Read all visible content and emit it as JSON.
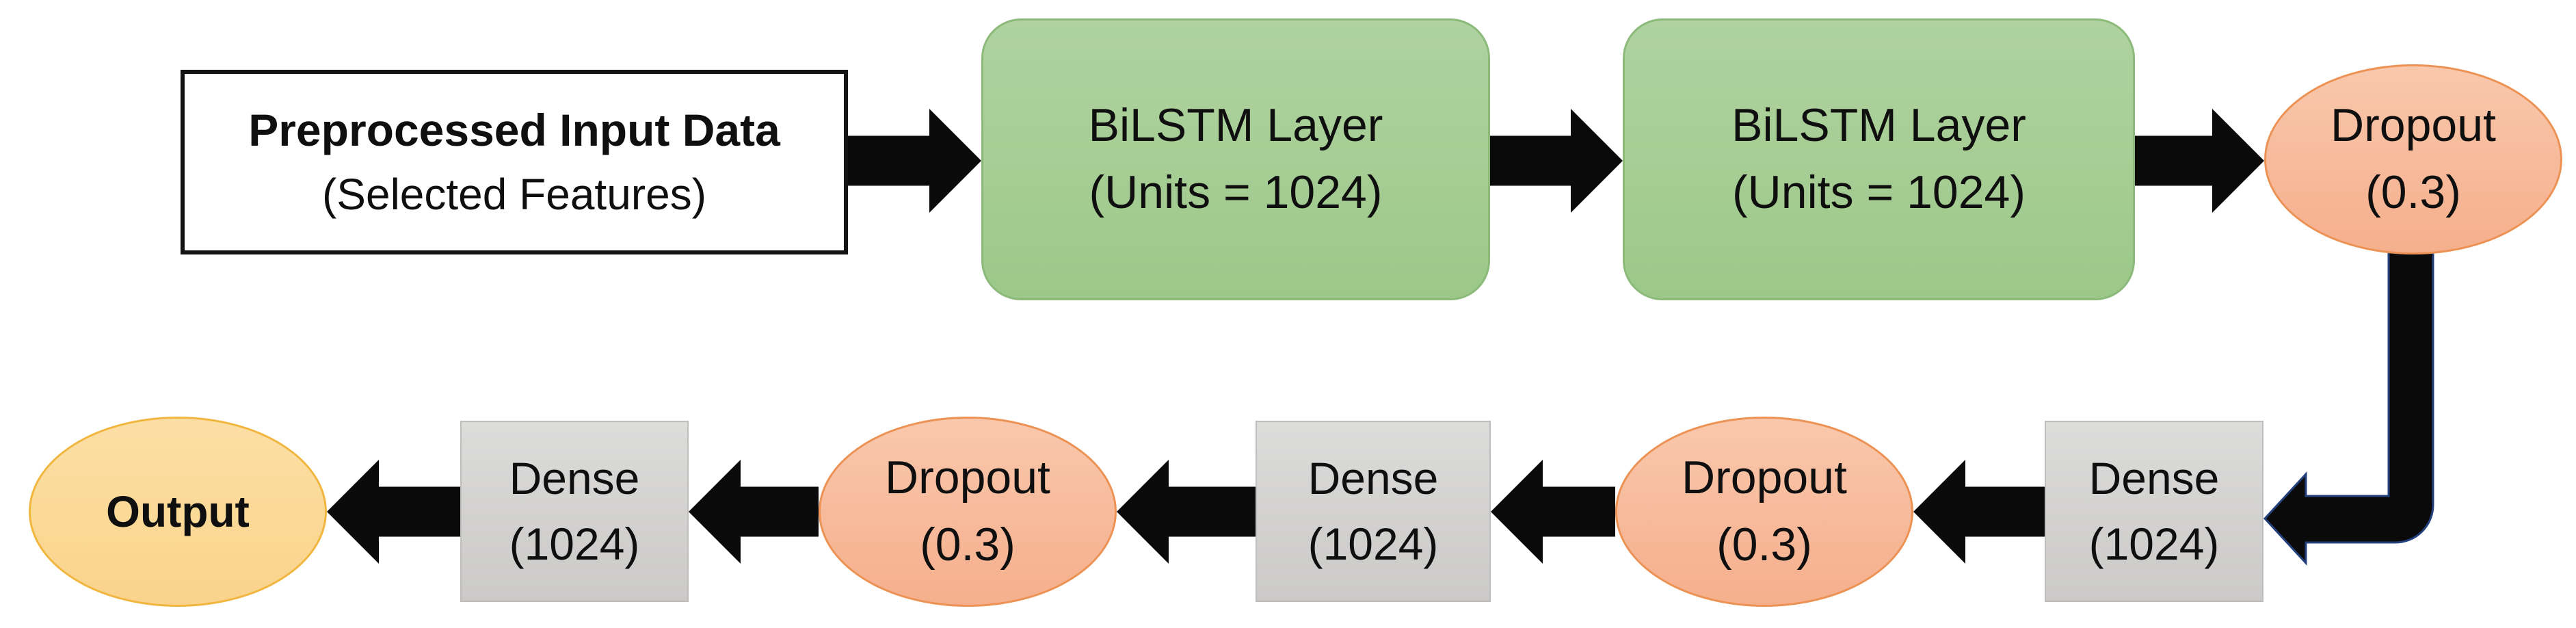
{
  "diagram": {
    "title": "BiLSTM model architecture flow diagram",
    "nodes": {
      "input": {
        "line1": "Preprocessed Input Data",
        "line2": "(Selected Features)"
      },
      "bilstm1": {
        "line1": "BiLSTM Layer",
        "line2": "(Units = 1024)"
      },
      "bilstm2": {
        "line1": "BiLSTM Layer",
        "line2": "(Units = 1024)"
      },
      "dropout_a": {
        "line1": "Dropout",
        "line2": "(0.3)"
      },
      "dense_a": {
        "line1": "Dense",
        "line2": "(1024)"
      },
      "dropout_b": {
        "line1": "Dropout",
        "line2": "(0.3)"
      },
      "dense_b": {
        "line1": "Dense",
        "line2": "(1024)"
      },
      "dropout_c": {
        "line1": "Dropout",
        "line2": "(0.3)"
      },
      "dense_c": {
        "line1": "Dense",
        "line2": "(1024)"
      },
      "output": {
        "line1": "Output"
      }
    },
    "flow": [
      "input",
      "bilstm1",
      "bilstm2",
      "dropout_a",
      "dense_a",
      "dropout_b",
      "dense_b",
      "dropout_c",
      "dense_c",
      "output"
    ],
    "edges": [
      {
        "from": "input",
        "to": "bilstm1",
        "shape": "block-arrow-right"
      },
      {
        "from": "bilstm1",
        "to": "bilstm2",
        "shape": "block-arrow-right"
      },
      {
        "from": "bilstm2",
        "to": "dropout_a",
        "shape": "block-arrow-right"
      },
      {
        "from": "dropout_a",
        "to": "dense_a",
        "shape": "elbow-down-left-arrow"
      },
      {
        "from": "dense_a",
        "to": "dropout_b",
        "shape": "block-arrow-left"
      },
      {
        "from": "dropout_b",
        "to": "dense_b",
        "shape": "block-arrow-left"
      },
      {
        "from": "dense_b",
        "to": "dropout_c",
        "shape": "block-arrow-left"
      },
      {
        "from": "dropout_c",
        "to": "dense_c",
        "shape": "block-arrow-left"
      },
      {
        "from": "dense_c",
        "to": "output",
        "shape": "block-arrow-left"
      }
    ],
    "colors": {
      "background": "#FFFFFF",
      "text": "#0F0F0F",
      "input_border": "#141414",
      "bilstm_fill_top": "#AFD2A0",
      "bilstm_fill_bottom": "#9BC889",
      "bilstm_border": "#8CBA7A",
      "dropout_fill_top": "#F9C8AC",
      "dropout_fill_bottom": "#F5AF8D",
      "dropout_border": "#EC9254",
      "dense_fill_top": "#DCDCDB",
      "dense_fill_bottom": "#CBCAC9",
      "dense_border": "#BFBEBD",
      "output_fill_top": "#FCDFA6",
      "output_fill_bottom": "#FAD38C",
      "output_border": "#F0B63F",
      "arrow": "#0A0A0A",
      "elbow_outline": "#24417D"
    }
  }
}
